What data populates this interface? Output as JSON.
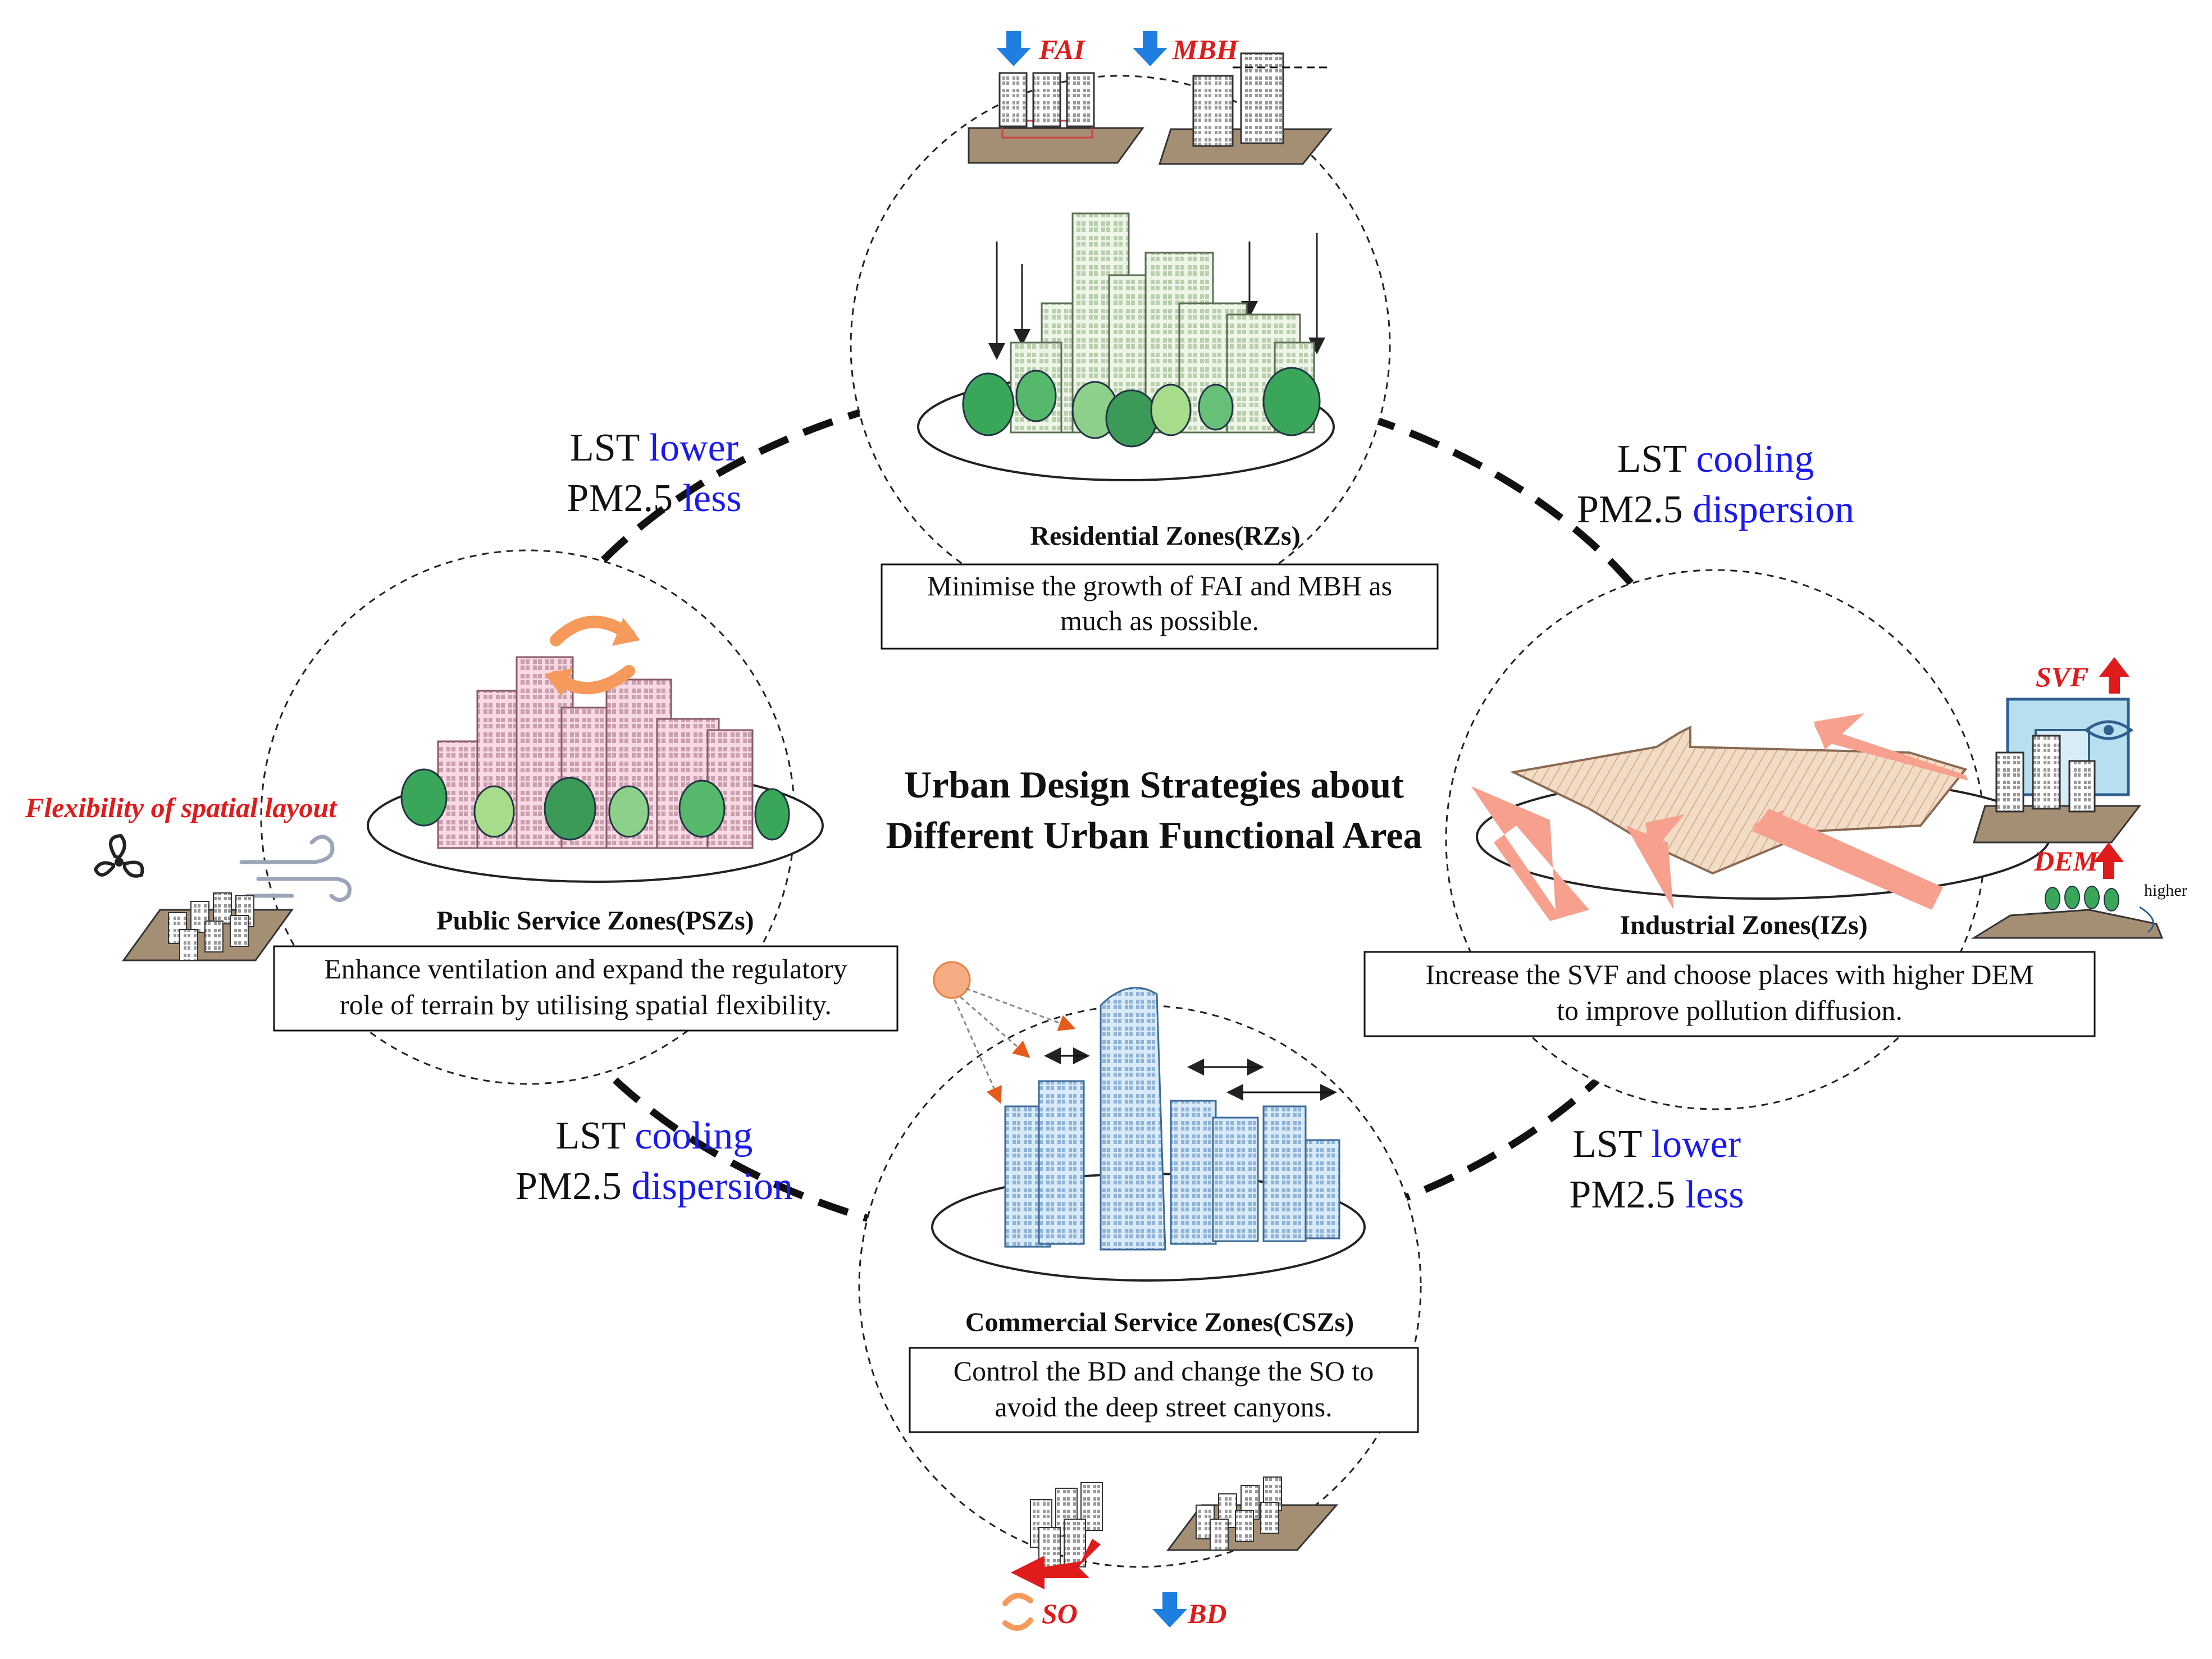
{
  "title": {
    "line1": "Urban Design Strategies about",
    "line2": "Different Urban Functional Area"
  },
  "zones": {
    "residential": {
      "name": "Residential Zones(RZs)",
      "strategy_line1": "Minimise the growth of FAI and MBH as",
      "strategy_line2": "much as possible.",
      "indicator1": "FAI",
      "indicator2": "MBH"
    },
    "public_service": {
      "name": "Public Service Zones(PSZs)",
      "strategy_line1": "Enhance ventilation and expand the regulatory",
      "strategy_line2": "role of terrain by utilising spatial flexibility.",
      "indicator": "Flexibility of spatial layout"
    },
    "industrial": {
      "name": "Industrial Zones(IZs)",
      "strategy_line1": "Increase the SVF and choose places with higher DEM",
      "strategy_line2": "to improve pollution diffusion.",
      "indicator1": "SVF",
      "indicator2": "DEM",
      "terrain_label": "higher"
    },
    "commercial": {
      "name": "Commercial Service Zones(CSZs)",
      "strategy_line1": "Control the BD and change the SO to",
      "strategy_line2": "avoid the deep street canyons.",
      "indicator1": "SO",
      "indicator2": "BD"
    }
  },
  "links": {
    "top_left": {
      "lst": "LST",
      "lst_effect": "lower",
      "pm": "PM2.5",
      "pm_effect": "less"
    },
    "top_right": {
      "lst": "LST",
      "lst_effect": "cooling",
      "pm": "PM2.5",
      "pm_effect": "dispersion"
    },
    "bottom_left": {
      "lst": "LST",
      "lst_effect": "cooling",
      "pm": "PM2.5",
      "pm_effect": "dispersion"
    },
    "bottom_right": {
      "lst": "LST",
      "lst_effect": "lower",
      "pm": "PM2.5",
      "pm_effect": "less"
    }
  },
  "colors": {
    "effect_blue": "#1a1aee",
    "indicator_red": "#e01b1b",
    "arrow_blue": "#1e7fe0",
    "residential_green": "#e6f2de",
    "public_pink": "#f6cfdc",
    "industrial_tan": "#f2dcc6",
    "commercial_blue": "#cfe4f7",
    "salmon": "#f7a08e",
    "ground": "#a08b72"
  },
  "icons": [
    "down-arrow-icon",
    "up-arrow-icon",
    "eye-icon",
    "fan-icon",
    "wind-icon",
    "rotate-arrows-icon",
    "sun-icon"
  ]
}
